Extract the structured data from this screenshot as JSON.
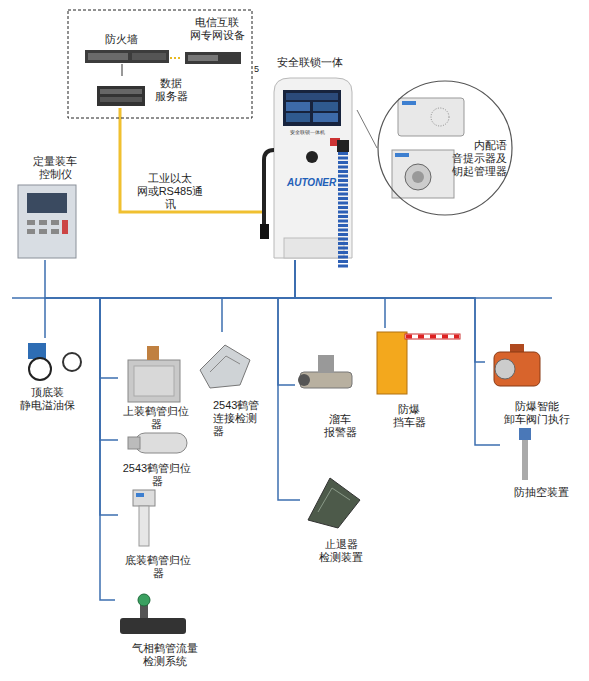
{
  "diagram": {
    "nodes": [
      {
        "text": [
          "防火墙"
        ]
      },
      {
        "text": [
          "电信互联 网专网设备"
        ]
      },
      {
        "text": [
          "数据 服务器"
        ]
      },
      {
        "text": [
          "安全联锁一体"
        ]
      },
      {
        "text": [
          "内配语 音提示器及 钥起管理器"
        ]
      },
      {
        "text": [
          "定量装车 控制仪"
        ]
      },
      {
        "text": [
          "顶底装 静电溢油保"
        ]
      },
      {
        "text": [
          "上装鹤管归位 器"
        ]
      },
      {
        "text": [
          "2543鹤管 连接检测 器"
        ]
      },
      {
        "text": [
          "溜车 报警器"
        ]
      },
      {
        "text": [
          "防爆 挡车器"
        ]
      },
      {
        "text": [
          "防爆智能 卸车阀门执行"
        ]
      },
      {
        "text": [
          "2543鹤管归位 器"
        ]
      },
      {
        "text": [
          "止退器 检测装置"
        ]
      },
      {
        "text": [
          "防抽空装置"
        ]
      },
      {
        "text": [
          "底装鹤管归位 器"
        ]
      },
      {
        "text": [
          "气相鹤管流量 检测系统"
        ]
      }
    ],
    "edges": [
      {
        "from": 0,
        "to": 1,
        "arrow": "none"
      },
      {
        "from": 0,
        "to": 2,
        "arrow": "none"
      },
      {
        "from": 2,
        "to": 3,
        "label": "工业以太 网或RS485通 讯",
        "arrow": "none"
      },
      {
        "from": 3,
        "to": 4,
        "arrow": "none"
      },
      {
        "from": 3,
        "to": 5,
        "arrow": "none"
      },
      {
        "from": 3,
        "to": 6,
        "arrow": "none"
      },
      {
        "from": 3,
        "to": 7,
        "arrow": "none"
      },
      {
        "from": 3,
        "to": 12,
        "arrow": "none"
      },
      {
        "from": 3,
        "to": 15,
        "arrow": "none"
      },
      {
        "from": 3,
        "to": 16,
        "arrow": "none"
      },
      {
        "from": 3,
        "to": 8,
        "arrow": "none"
      },
      {
        "from": 3,
        "to": 9,
        "arrow": "none"
      },
      {
        "from": 3,
        "to": 13,
        "arrow": "none"
      },
      {
        "from": 3,
        "to": 10,
        "arrow": "none"
      },
      {
        "from": 3,
        "to": 11,
        "arrow": "none"
      },
      {
        "from": 3,
        "to": 14,
        "arrow": "none"
      }
    ],
    "labels": [
      "5",
      "安全联锁一体机",
      "AUTONER"
    ]
  }
}
